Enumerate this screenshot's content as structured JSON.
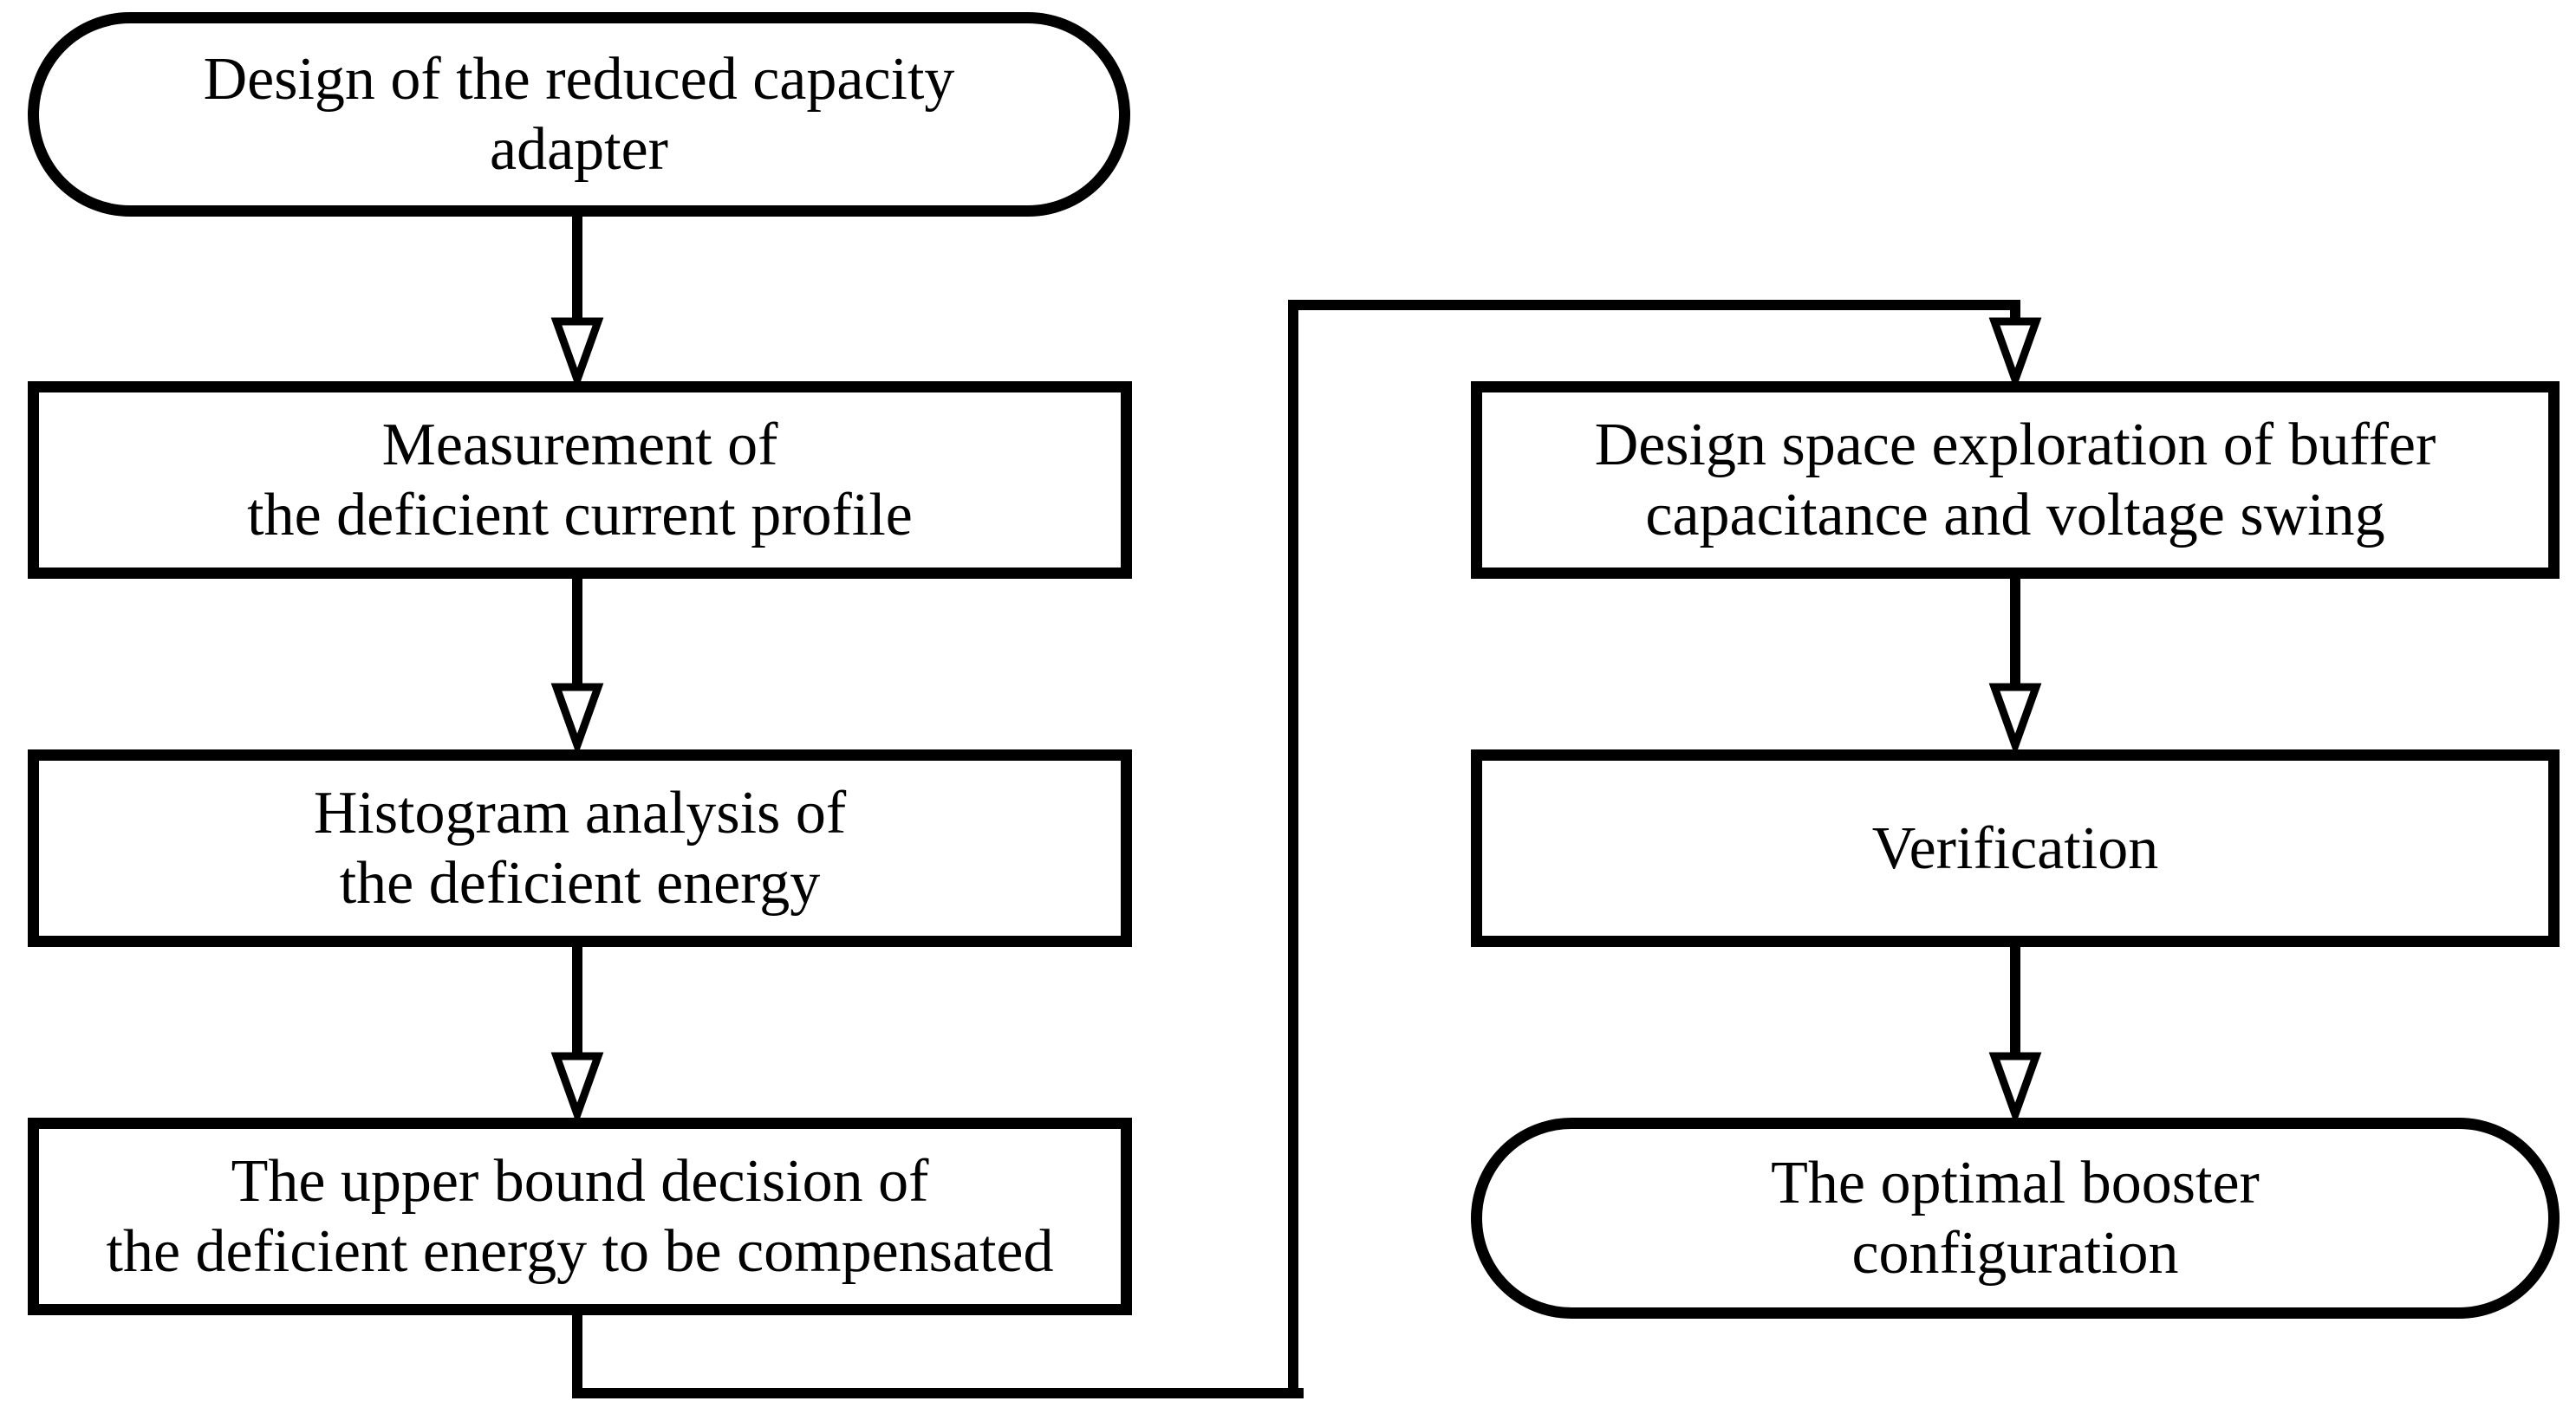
{
  "title": "Booster design flow diagram",
  "colors": {
    "background": "#ffffff",
    "line": "#000000",
    "node_fill": "#ffffff",
    "text": "#000000"
  },
  "nodes": {
    "start": {
      "label": "Design of the reduced capacity\nadapter",
      "shape": "stadium"
    },
    "measurement": {
      "label": "Measurement of\nthe deficient current profile",
      "shape": "rectangle"
    },
    "histogram": {
      "label": "Histogram analysis of\nthe deficient energy",
      "shape": "rectangle"
    },
    "upper_bound": {
      "label": "The upper bound decision of\nthe deficient energy to be compensated",
      "shape": "rectangle"
    },
    "design_space": {
      "label": "Design space exploration of buffer\ncapacitance and voltage swing",
      "shape": "rectangle"
    },
    "verification": {
      "label": "Verification",
      "shape": "rectangle"
    },
    "end": {
      "label": "The optimal booster\nconfiguration",
      "shape": "stadium"
    }
  },
  "edges": [
    {
      "from": "start",
      "to": "measurement",
      "type": "arrow"
    },
    {
      "from": "measurement",
      "to": "histogram",
      "type": "arrow"
    },
    {
      "from": "histogram",
      "to": "upper_bound",
      "type": "arrow"
    },
    {
      "from": "upper_bound",
      "to": "design_space",
      "type": "elbow-arrow"
    },
    {
      "from": "design_space",
      "to": "verification",
      "type": "arrow"
    },
    {
      "from": "verification",
      "to": "end",
      "type": "arrow"
    }
  ]
}
